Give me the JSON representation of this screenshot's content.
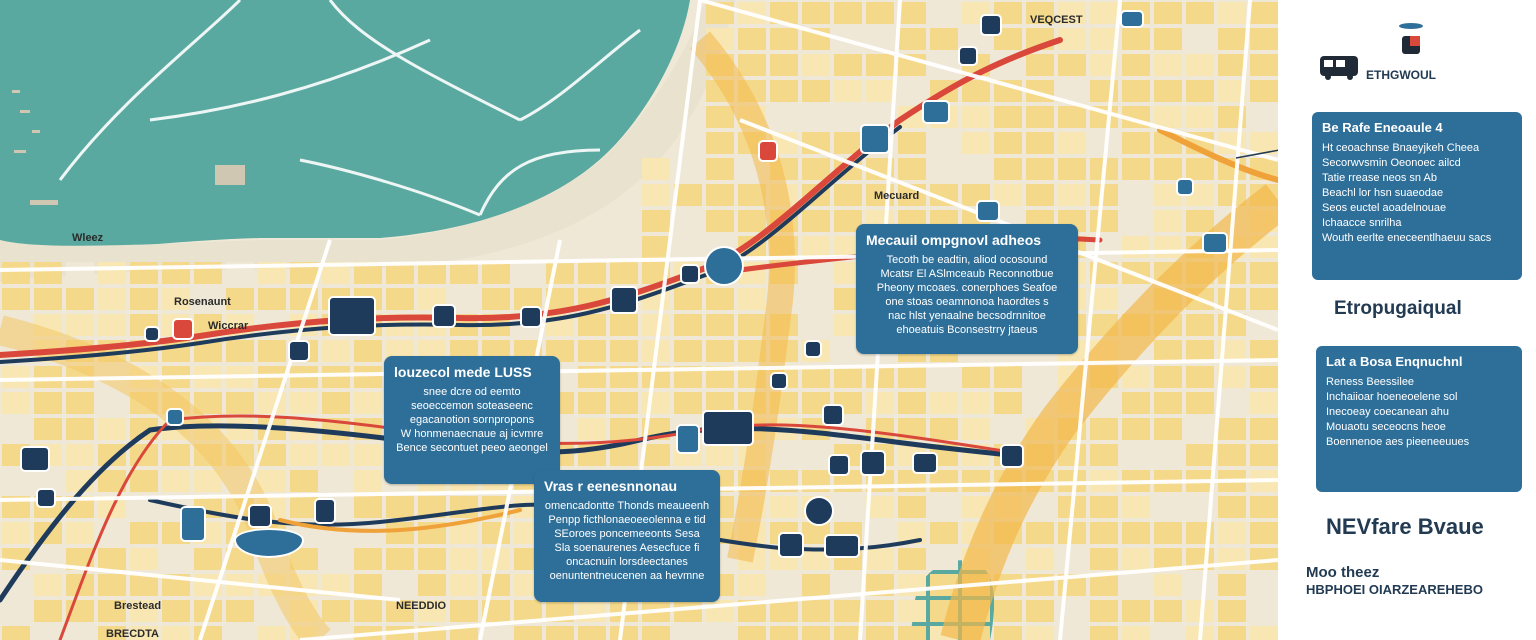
{
  "colors": {
    "water": "#5aa9a0",
    "land": "#efe8d6",
    "block": "#f5d98a",
    "route_red": "#d9483b",
    "route_navy": "#1f3b5c",
    "route_orange": "#f0a23a",
    "callout": "#2e6f9a",
    "panel_text": "#223a52"
  },
  "map": {
    "labels": [
      {
        "text": "Rosenaunt"
      },
      {
        "text": "Wleez"
      },
      {
        "text": "Mecuard"
      },
      {
        "text": "Wiccrar"
      },
      {
        "text": "Brestead"
      },
      {
        "text": "BRECDTA"
      },
      {
        "text": "NEEDDIO"
      },
      {
        "text": "VEQCEST"
      }
    ],
    "callouts": [
      {
        "title": "Mecauil ompgnovl adheos",
        "lines": [
          "Tecoth be eadtin, aliod ocosound",
          "Mcatsr El ASlmceaub Reconnotbue",
          "Pheony mcoaes. conerphoes Seafoe",
          "one stoas oeamnonoa haordtes s",
          "nac hlst yenaalne becsodrnnitoe",
          "ehoeatuis Bconsestrry jtaeus"
        ]
      },
      {
        "title": "louzecol mede LUSS",
        "lines": [
          "snee dcre od eemto",
          "seoeccemon soteaseenc",
          "egacanotion sornpropons",
          "W honmenaecnaue aj icvmre",
          "Bence secontuet peeo aeongel"
        ]
      },
      {
        "title": "Vras r eenesnnonau",
        "lines": [
          "omencadontte Thonds meaueenh",
          "Penpp ficthlonaeoeeolenna e tid",
          "SEoroes poncemeeonts Sesa",
          "Sla soenaurenes Aesecfuce fi",
          "oncacnuin lorsdeectanes",
          "oenuntentneucenen aa hevmne"
        ]
      }
    ]
  },
  "panel": {
    "brand": "ETHGWOUL",
    "card1": {
      "title": "Be Rafe Eneoaule 4",
      "lines": [
        "Ht ceoachnse Bnaeyjkeh Cheea",
        "Secorwvsmin Oeonoec ailcd",
        "Tatie rrease neos sn Ab",
        "Beachl lor hsn suaeodae",
        "Seos euctel aoadelnouae",
        "Ichaacce snrilha",
        "Wouth eerlte eneceentlhaeuu sacs"
      ]
    },
    "heading": "Etropugaiqual",
    "card2": {
      "title": "Lat a Bosa Enqnuchnl",
      "lines": [
        "Reness Beessilee",
        "Inchaiioar hoeneoelene sol",
        "Inecoeay coecanean ahu",
        "Mouaotu seceocns heoe",
        "Boennenoe aes pieeneeuues"
      ]
    },
    "subheading": "NEVfare Bvaue",
    "footer": {
      "line1": "Moo theez",
      "line2": "HBPHOEI OIARZEAREHEBO"
    }
  }
}
